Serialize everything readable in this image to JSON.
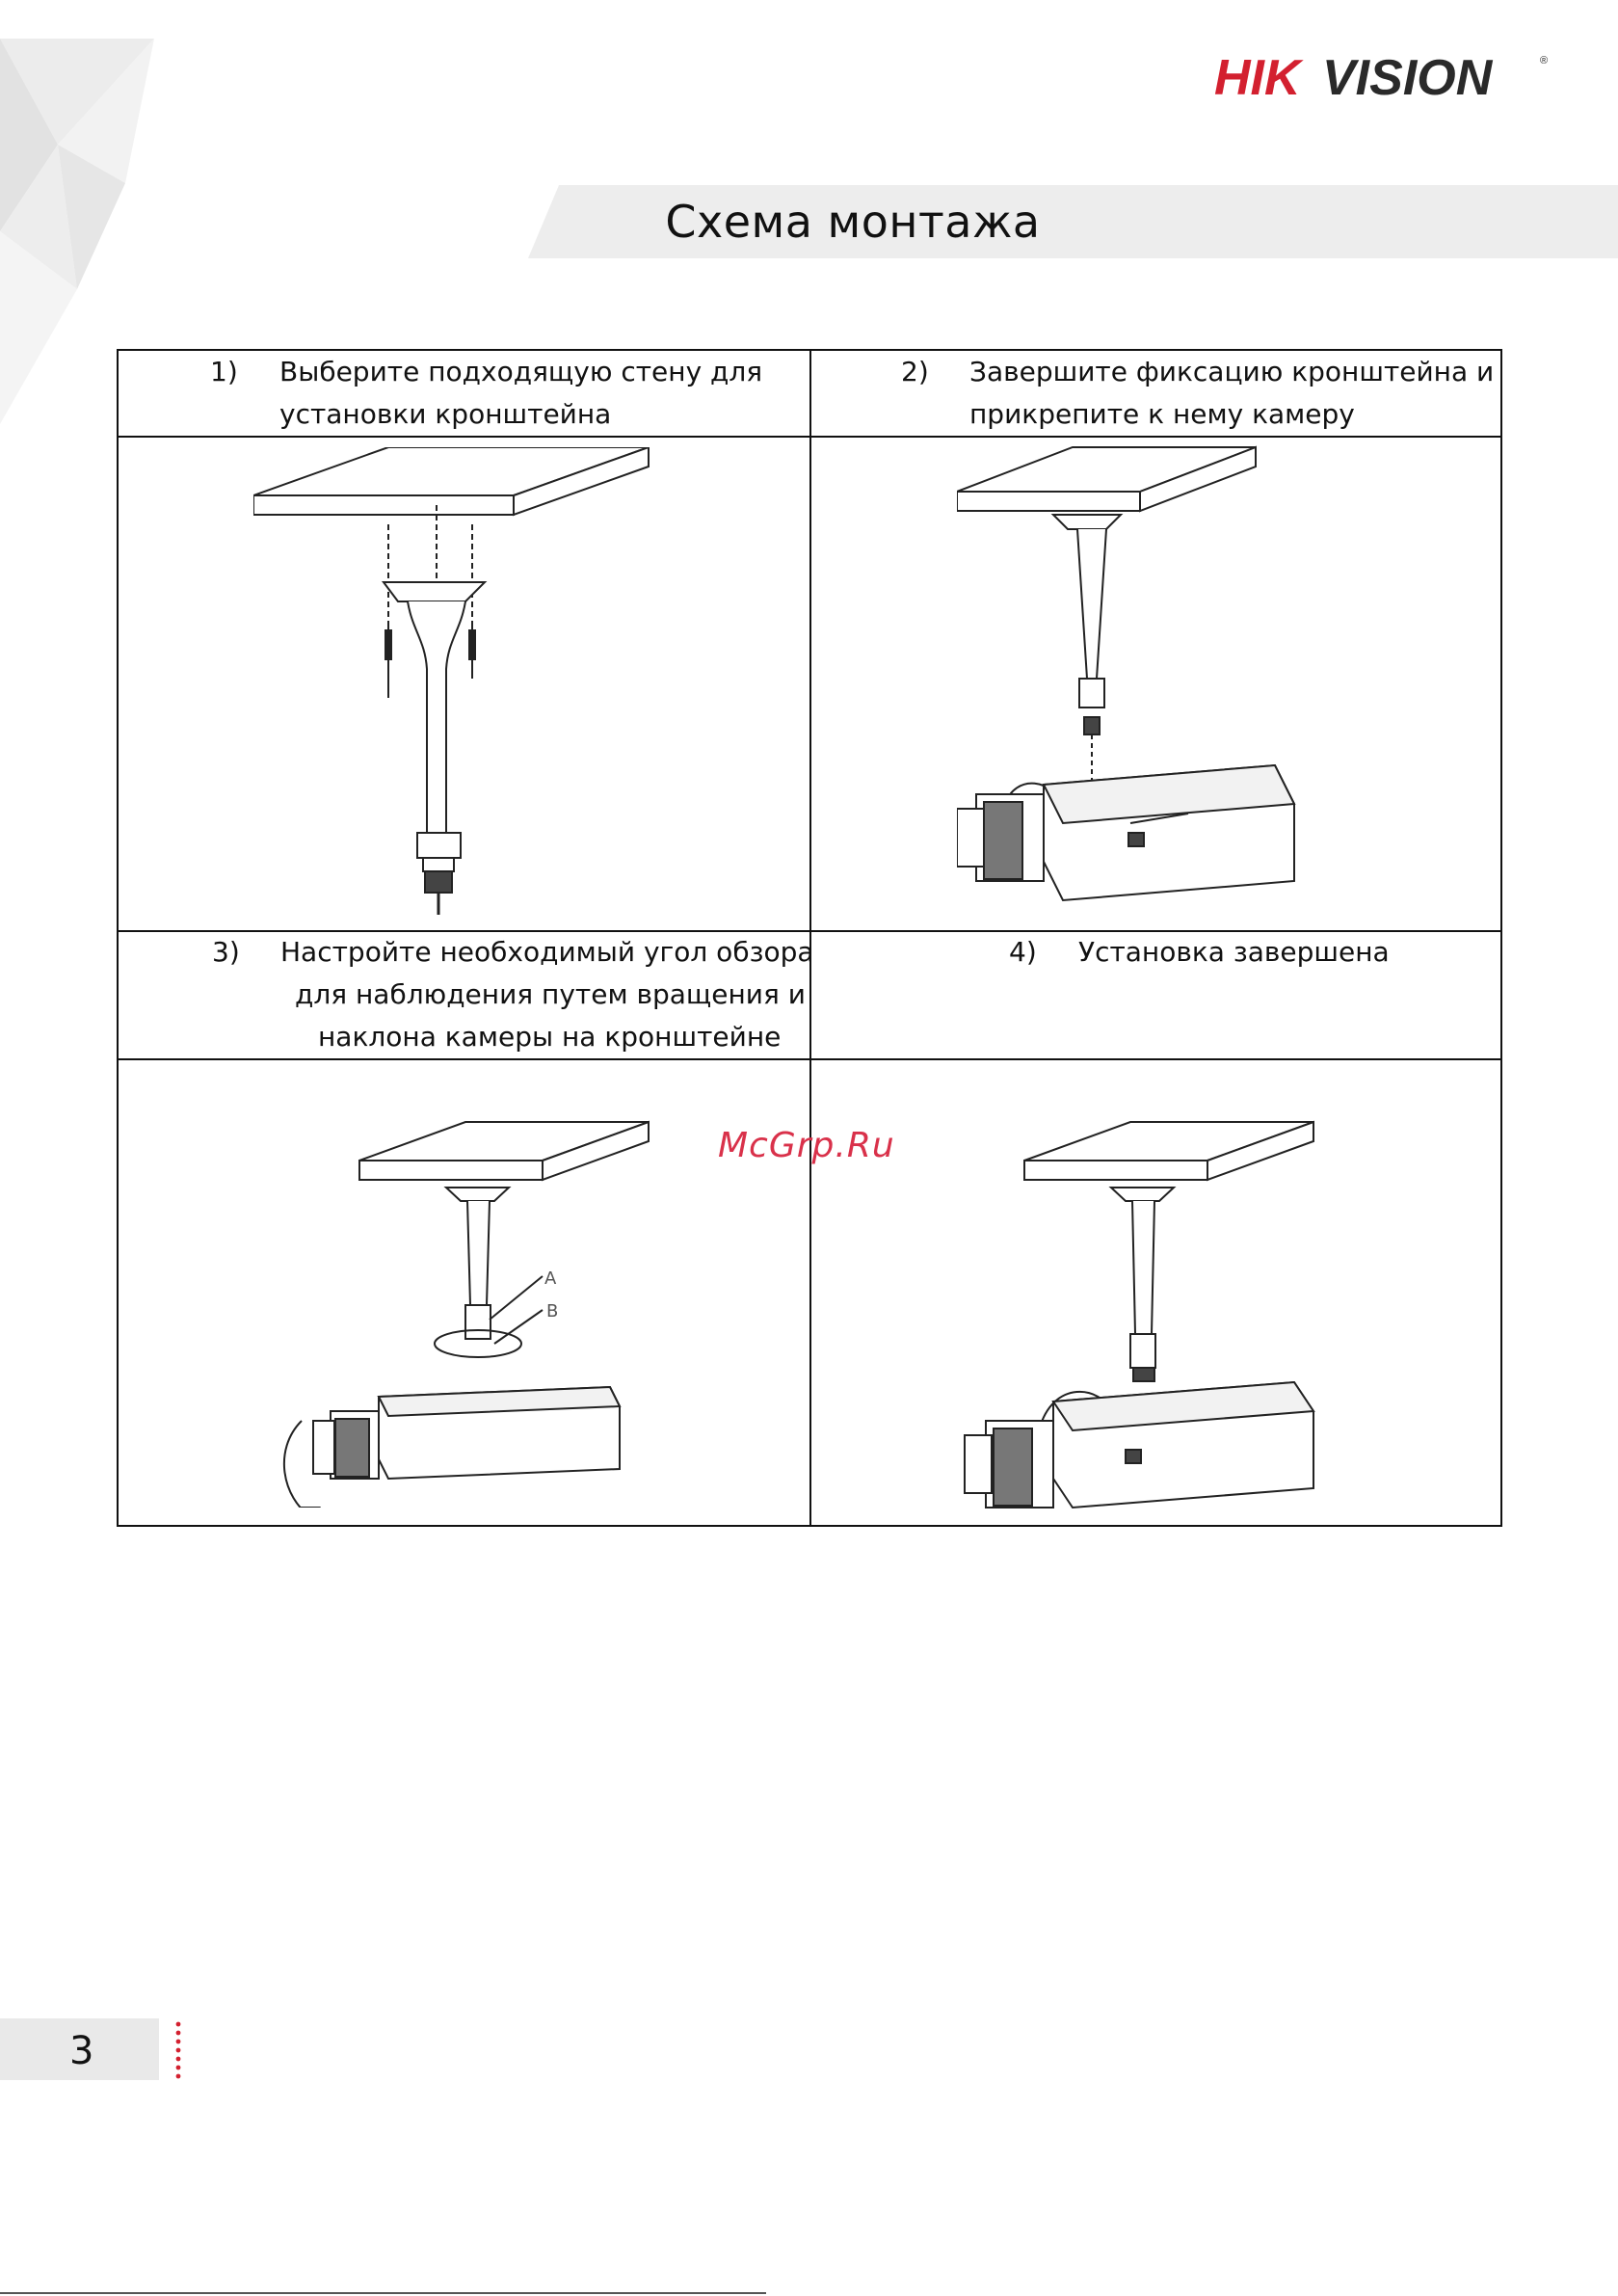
{
  "header": {
    "brand": {
      "prefix": "HIK",
      "suffix": "VISION",
      "reg": "®"
    },
    "title": "Схема монтажа"
  },
  "steps": [
    {
      "number": "1)",
      "lines": [
        "Выберите подходящую стену для",
        "установки кронштейна"
      ]
    },
    {
      "number": "2)",
      "lines": [
        "Завершите фиксацию кронштейна и",
        "прикрепите к нему камеру"
      ]
    },
    {
      "number": "3)",
      "lines": [
        "Настройте необходимый угол обзора",
        "для наблюдения путем вращения и",
        "наклона камеры на кронштейне"
      ]
    },
    {
      "number": "4)",
      "lines": [
        "Установка завершена"
      ]
    }
  ],
  "figure_labels": {
    "a": "A",
    "b": "B"
  },
  "watermark": "McGrp.Ru",
  "footer": {
    "page_number": "3"
  },
  "colors": {
    "brand_red": "#d3202f",
    "band_gray": "#ededed",
    "line": "#111111"
  },
  "icons": [
    "hikvision-logo",
    "ceiling-bracket-diagram",
    "camera-diagram",
    "rotation-arrow-icon"
  ]
}
